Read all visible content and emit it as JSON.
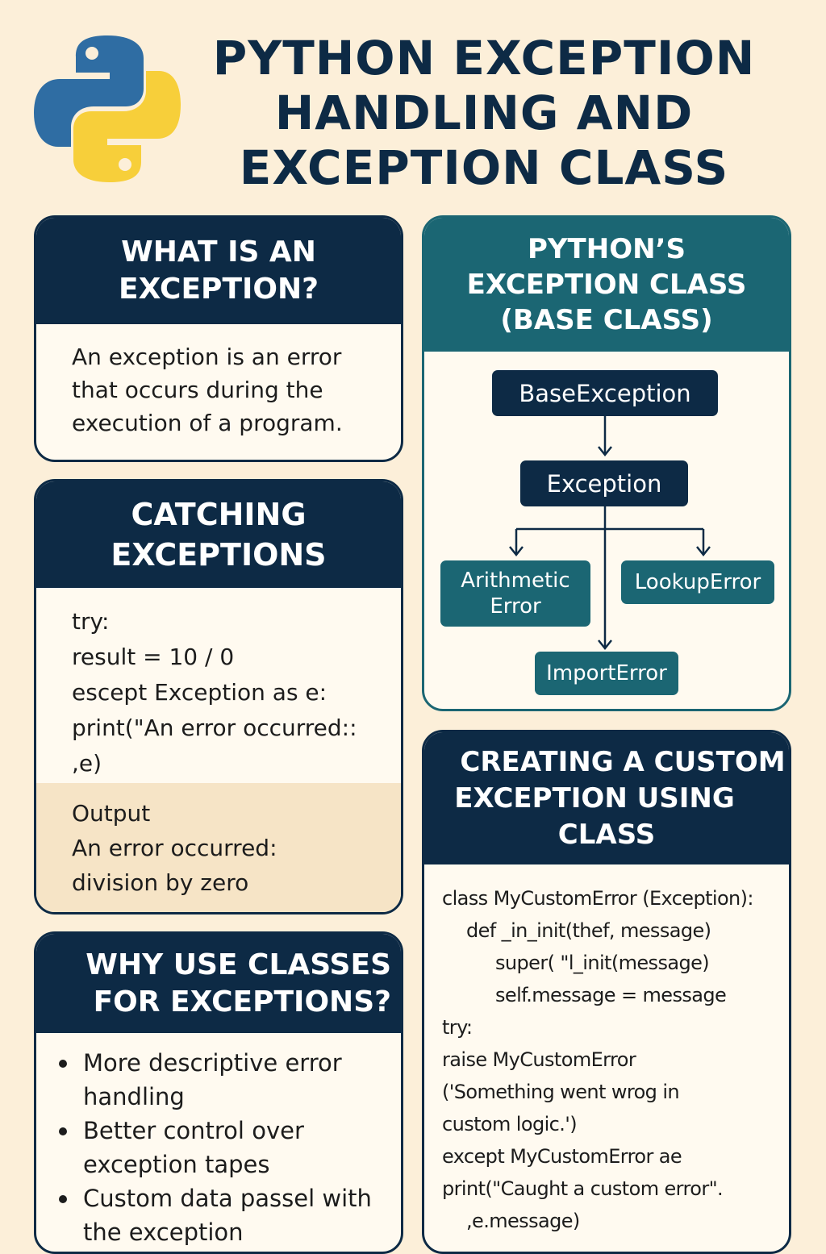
{
  "title": {
    "line1": "PYTHON EXCEPTION",
    "line2": "HANDLING AND",
    "line3": "EXCEPTION CLASS"
  },
  "what_is": {
    "heading_line1": "WHAT IS AN",
    "heading_line2": "EXCEPTION?",
    "lines": [
      "An exception is an error",
      "that occurs during the",
      "execution of a program."
    ]
  },
  "catching": {
    "heading_line1": "CATCHING",
    "heading_line2": "EXCEPTIONS",
    "code": [
      "try:",
      "result = 10 / 0",
      "escept Exception as e:",
      "print(\"An error occurred::",
      ",e)"
    ],
    "output_label": "Output",
    "output_lines": [
      "An error occurred:",
      "division by zero"
    ]
  },
  "why_classes": {
    "heading_line1": "WHY USE CLASSES",
    "heading_line2": "FOR EXCEPTIONS?",
    "bullets": [
      {
        "line1": "More descriptive error",
        "line2": "handling"
      },
      {
        "line1": "Better control over",
        "line2": "exception tapes"
      },
      {
        "line1": "Custom data passel with",
        "line2": "the exception"
      }
    ]
  },
  "base_class": {
    "heading_line1": "PYTHON’S",
    "heading_line2": "EXCEPTION CLASS",
    "heading_line3": "(BASE CLASS)",
    "nodes": {
      "base": "BaseException",
      "exception": "Exception",
      "arithmetic_line1": "Arithmetic",
      "arithmetic_line2": "Error",
      "lookup": "LookupError",
      "import": "ImportError"
    }
  },
  "custom": {
    "heading_line1": "CREATING A CUSTOM",
    "heading_line2": "EXCEPTION USING",
    "heading_line3": "CLASS",
    "code": [
      "class MyCustomError (Exception):",
      "def _in_init(thef, message)",
      "super( \"l_init(message)",
      "self.message = message",
      "try:",
      "raise MyCustomError",
      "('Something went wrog in",
      "custom logic.')",
      "except MyCustomError ae",
      "print(\"Caught a custom error\".",
      ",e.message)"
    ]
  },
  "colors": {
    "background": "#fcefd9",
    "navy": "#0d2a45",
    "teal": "#1b6673",
    "python_blue": "#2f6da3",
    "python_yellow": "#f7cf3a"
  }
}
